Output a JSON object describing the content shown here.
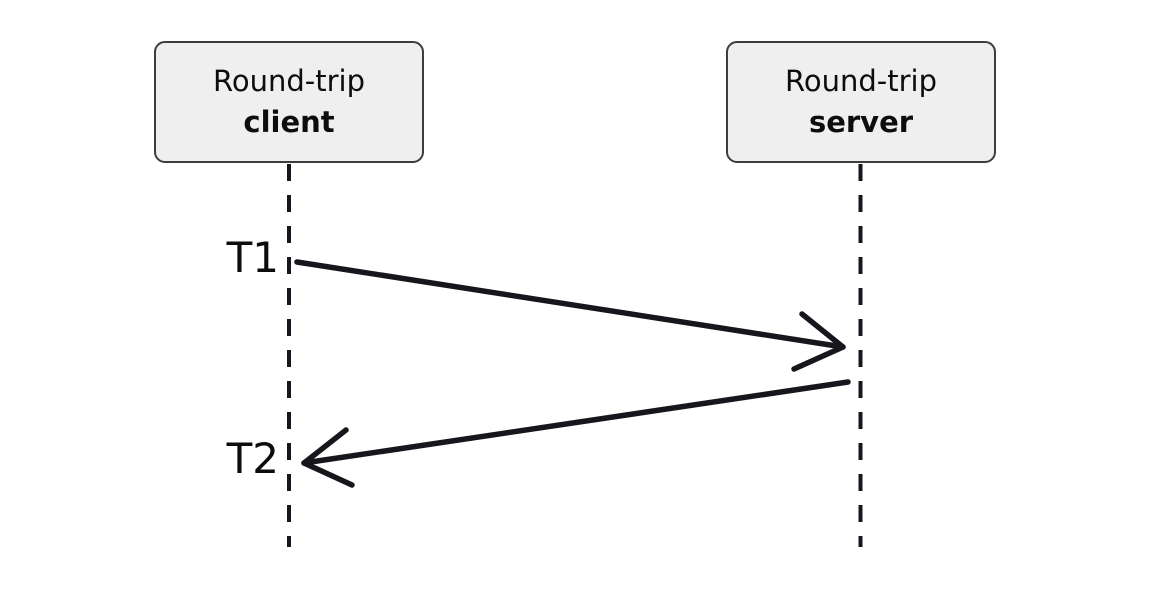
{
  "diagram": {
    "type": "sequence",
    "actors": [
      {
        "id": "client",
        "name_line1": "Round-trip",
        "name_line2": "client"
      },
      {
        "id": "server",
        "name_line1": "Round-trip",
        "name_line2": "server"
      }
    ],
    "labels": {
      "t1": "T1",
      "t2": "T2"
    },
    "messages": [
      {
        "from": "client",
        "to": "server",
        "departure_label": "T1"
      },
      {
        "from": "server",
        "to": "client",
        "arrival_label": "T2"
      }
    ],
    "colors": {
      "background": "#ffffff",
      "box_fill": "#efefef",
      "box_border": "#3d3d3d",
      "line": "#16161d",
      "text": "#0d0d0d"
    }
  }
}
